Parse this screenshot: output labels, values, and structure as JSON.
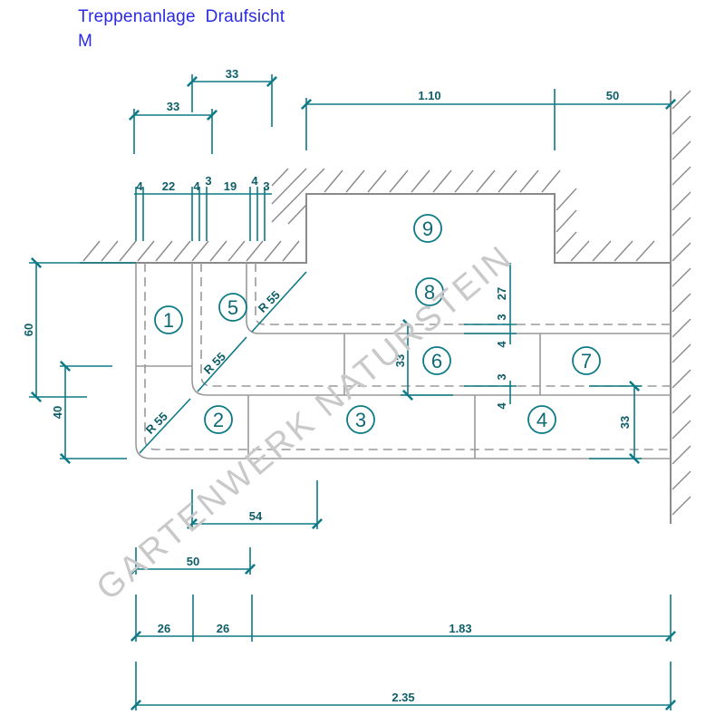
{
  "title": "Treppenanlage  Draufsicht",
  "scale_label": "M",
  "watermark": "GARTENWERK NATURSTEIN",
  "steps": [
    "1",
    "2",
    "3",
    "4",
    "5",
    "6",
    "7",
    "8",
    "9"
  ],
  "dimensions": {
    "top_33_a": "33",
    "top_33_b": "33",
    "d_4_a": "4",
    "d_22": "22",
    "d_4_b": "4",
    "d_3_a": "3",
    "d_19": "19",
    "d_4_c": "4",
    "d_3_b": "3",
    "d_110": "1.10",
    "d_50_top": "50",
    "d_60": "60",
    "d_40": "40",
    "d_27": "27",
    "d_3_c": "3",
    "d_4_d": "4",
    "d_33_mid": "33",
    "d_3_d": "3",
    "d_4_e": "4",
    "d_33_right": "33",
    "r_55_a": "R 55",
    "r_55_b": "R 55",
    "r_55_c": "R 55",
    "d_54": "54",
    "d_50_bottom": "50",
    "d_26_a": "26",
    "d_26_b": "26",
    "d_183": "1.83",
    "d_235": "2.35"
  }
}
